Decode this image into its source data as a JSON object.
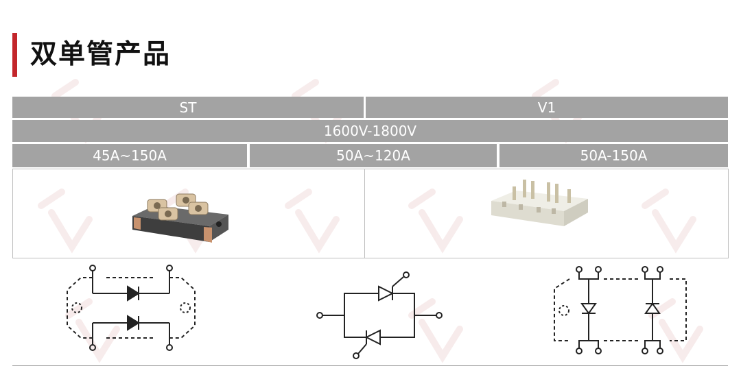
{
  "page": {
    "title": "双单管产品",
    "accent_color": "#c3262b",
    "header_color": "#a3a3a3"
  },
  "table": {
    "row1": [
      "ST",
      "V1"
    ],
    "row2": "1600V-1800V",
    "row3": [
      "45A~150A",
      "50A~120A",
      "50A-150A"
    ],
    "images": [
      {
        "icon": "st-module-photo"
      },
      {
        "icon": "v1-module-photo"
      }
    ],
    "schematics": [
      {
        "icon": "dual-diode-schematic-st"
      },
      {
        "icon": "antiparallel-thyristor-schematic"
      },
      {
        "icon": "dual-diode-schematic-v1"
      }
    ]
  }
}
